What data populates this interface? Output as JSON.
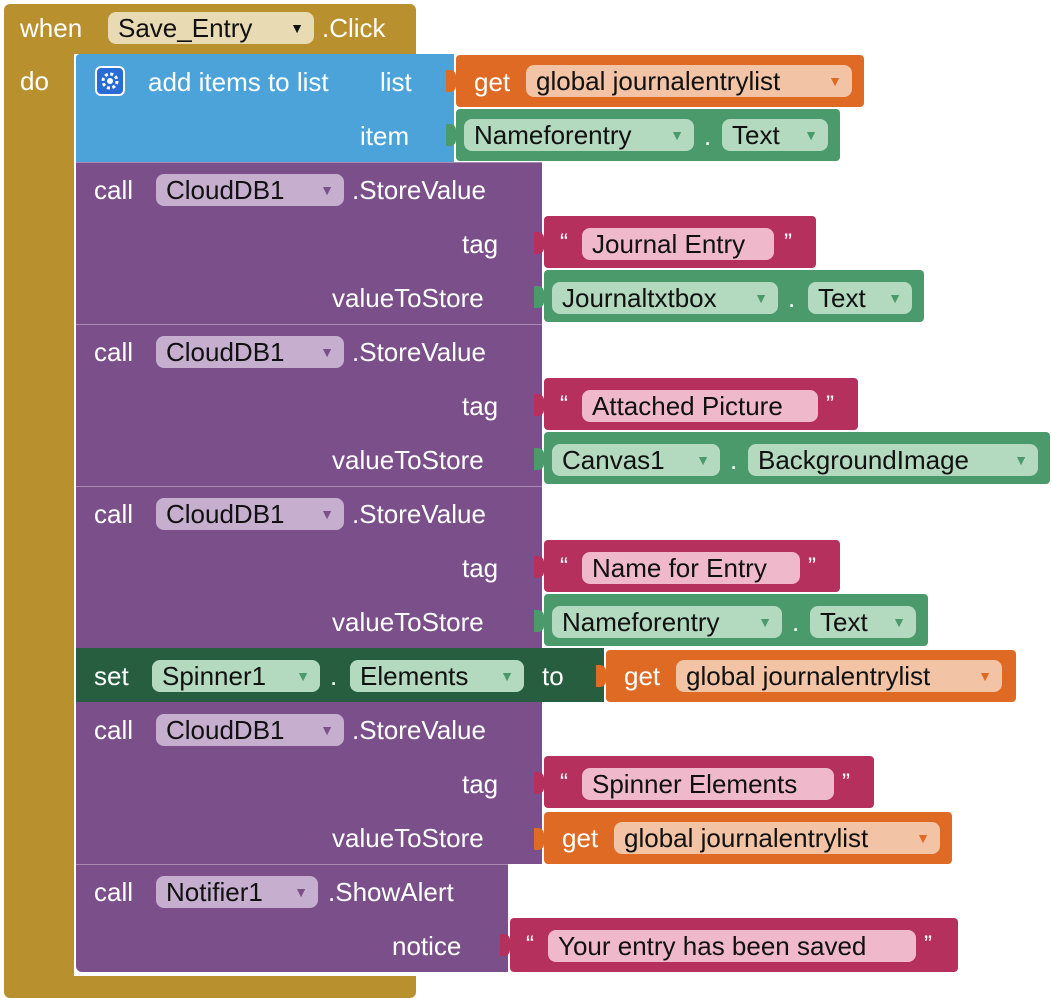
{
  "event": {
    "when": "when",
    "component": "Save_Entry",
    "event_name": ".Click",
    "do": "do"
  },
  "add_items": {
    "label": "add items to list",
    "list_label": "list",
    "item_label": "item"
  },
  "getter": {
    "get": "get",
    "var": "global journalentrylist"
  },
  "nameforentry_text": {
    "component": "Nameforentry",
    "dot": ".",
    "prop": "Text"
  },
  "call_word": "call",
  "tag_label": "tag",
  "value_label": "valueToStore",
  "calls": [
    {
      "component": "CloudDB1",
      "method": ".StoreValue",
      "tag_text": "Journal Entry",
      "val_component": "Journaltxtbox",
      "val_prop": "Text"
    },
    {
      "component": "CloudDB1",
      "method": ".StoreValue",
      "tag_text": "Attached Picture",
      "val_component": "Canvas1",
      "val_prop": "BackgroundImage"
    },
    {
      "component": "CloudDB1",
      "method": ".StoreValue",
      "tag_text": "Name for Entry",
      "val_component": "Nameforentry",
      "val_prop": "Text"
    }
  ],
  "setter": {
    "set": "set",
    "component": "Spinner1",
    "prop": "Elements",
    "to": "to"
  },
  "call4": {
    "component": "CloudDB1",
    "method": ".StoreValue",
    "tag_text": "Spinner Elements"
  },
  "notifier": {
    "component": "Notifier1",
    "method": ".ShowAlert",
    "notice_label": "notice",
    "message": "Your entry has been saved"
  },
  "quote_open": "“",
  "quote_close": "”",
  "dropdown_arrow": "▼",
  "colors": {
    "event": "#b8902e",
    "lists": "#4ba3d9",
    "procedures": "#7b4f8a",
    "text": "#b6305e",
    "variables": "#de6a24",
    "components": "#4a9a6b",
    "setter": "#275e40"
  }
}
